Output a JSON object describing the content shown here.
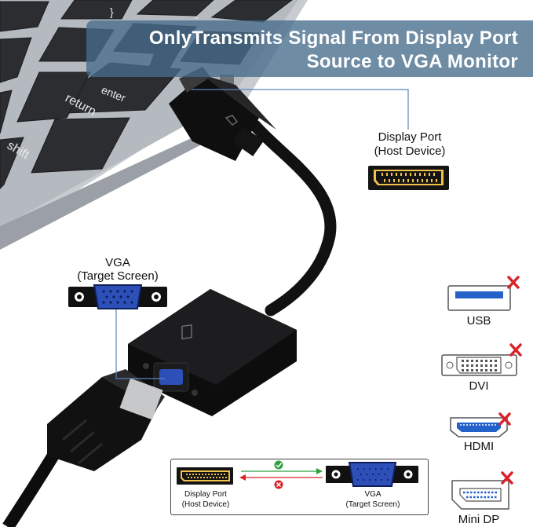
{
  "banner": {
    "line1": "OnlyTransmits Signal From Display Port",
    "line2": "Source to VGA Monitor"
  },
  "keyboard": {
    "keys": [
      "enter",
      "return",
      "shift"
    ]
  },
  "displayport_label": {
    "line1": "Display Port",
    "line2": "(Host Device)"
  },
  "vga_label": {
    "line1": "VGA",
    "line2": "(Target Screen)"
  },
  "unsupported_ports": [
    {
      "label": "USB",
      "icon": "usb-port-icon",
      "status": "not-supported"
    },
    {
      "label": "DVI",
      "icon": "dvi-port-icon",
      "status": "not-supported"
    },
    {
      "label": "HDMI",
      "icon": "hdmi-port-icon",
      "status": "not-supported"
    },
    {
      "label": "Mini DP",
      "icon": "mini-dp-port-icon",
      "status": "not-supported"
    }
  ],
  "direction_strip": {
    "source_line1": "Display Port",
    "source_line2": "(Host Device)",
    "target_line1": "VGA",
    "target_line2": "(Target Screen)",
    "forward": "supported",
    "reverse": "not-supported"
  },
  "colors": {
    "banner": "#4e7193",
    "vga_blue": "#2d4fb8",
    "cross_red": "#d8232a",
    "check_green": "#2ea043",
    "usb_blue": "#2461c9"
  }
}
